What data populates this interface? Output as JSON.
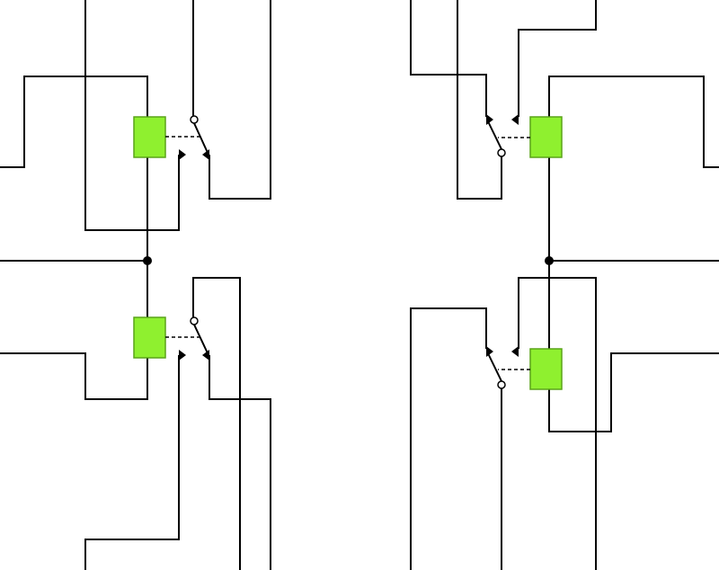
{
  "diagram": {
    "background": "#ffffff",
    "wire_color": "#000000",
    "coil_fill": "#8ff02f",
    "coil_stroke": "#5aa418",
    "junction_color": "#000000",
    "relays": [
      {
        "id": "relay-top-left",
        "coil_icon": "relay-coil",
        "switch_icon": "relay-contact"
      },
      {
        "id": "relay-bottom-left",
        "coil_icon": "relay-coil",
        "switch_icon": "relay-contact"
      },
      {
        "id": "relay-top-right",
        "coil_icon": "relay-coil",
        "switch_icon": "relay-contact"
      },
      {
        "id": "relay-bottom-right",
        "coil_icon": "relay-coil",
        "switch_icon": "relay-contact"
      }
    ],
    "junctions": [
      {
        "id": "junction-left"
      },
      {
        "id": "junction-right"
      }
    ]
  }
}
